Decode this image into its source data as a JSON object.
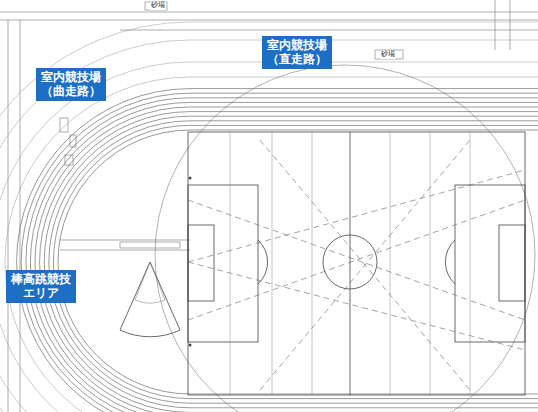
{
  "diagram": {
    "nodes": [
      {
        "text": [
          "室内競技場 （曲走路）"
        ]
      },
      {
        "text": [
          "室内競技場 （直走路）"
        ]
      },
      {
        "text": [
          "棒高跳競技 エリア"
        ]
      }
    ],
    "labels": [
      "砂場",
      "砂場"
    ]
  }
}
